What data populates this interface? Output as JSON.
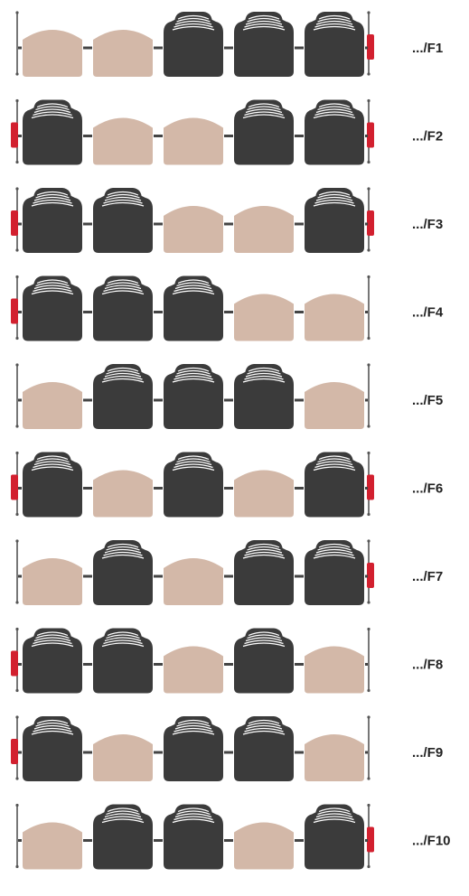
{
  "colors": {
    "seat_occupied": "#3b3b3b",
    "seat_empty": "#d3b8a8",
    "seat_back_lines": "#ffffff",
    "end_panel": "#d2202f",
    "rail": "#555555",
    "connector": "#444444"
  },
  "rows": [
    {
      "label": ".../F1",
      "seats": [
        "empty",
        "empty",
        "occupied",
        "occupied",
        "occupied"
      ],
      "left_panel": false,
      "right_panel": true
    },
    {
      "label": ".../F2",
      "seats": [
        "occupied",
        "empty",
        "empty",
        "occupied",
        "occupied"
      ],
      "left_panel": true,
      "right_panel": true
    },
    {
      "label": ".../F3",
      "seats": [
        "occupied",
        "occupied",
        "empty",
        "empty",
        "occupied"
      ],
      "left_panel": true,
      "right_panel": true
    },
    {
      "label": ".../F4",
      "seats": [
        "occupied",
        "occupied",
        "occupied",
        "empty",
        "empty"
      ],
      "left_panel": true,
      "right_panel": false
    },
    {
      "label": ".../F5",
      "seats": [
        "empty",
        "occupied",
        "occupied",
        "occupied",
        "empty"
      ],
      "left_panel": false,
      "right_panel": false
    },
    {
      "label": ".../F6",
      "seats": [
        "occupied",
        "empty",
        "occupied",
        "empty",
        "occupied"
      ],
      "left_panel": true,
      "right_panel": true
    },
    {
      "label": ".../F7",
      "seats": [
        "empty",
        "occupied",
        "empty",
        "occupied",
        "occupied"
      ],
      "left_panel": false,
      "right_panel": true
    },
    {
      "label": ".../F8",
      "seats": [
        "occupied",
        "occupied",
        "empty",
        "occupied",
        "empty"
      ],
      "left_panel": true,
      "right_panel": false
    },
    {
      "label": ".../F9",
      "seats": [
        "occupied",
        "empty",
        "occupied",
        "occupied",
        "empty"
      ],
      "left_panel": true,
      "right_panel": false
    },
    {
      "label": ".../F10",
      "seats": [
        "empty",
        "occupied",
        "occupied",
        "empty",
        "occupied"
      ],
      "left_panel": false,
      "right_panel": true
    }
  ]
}
